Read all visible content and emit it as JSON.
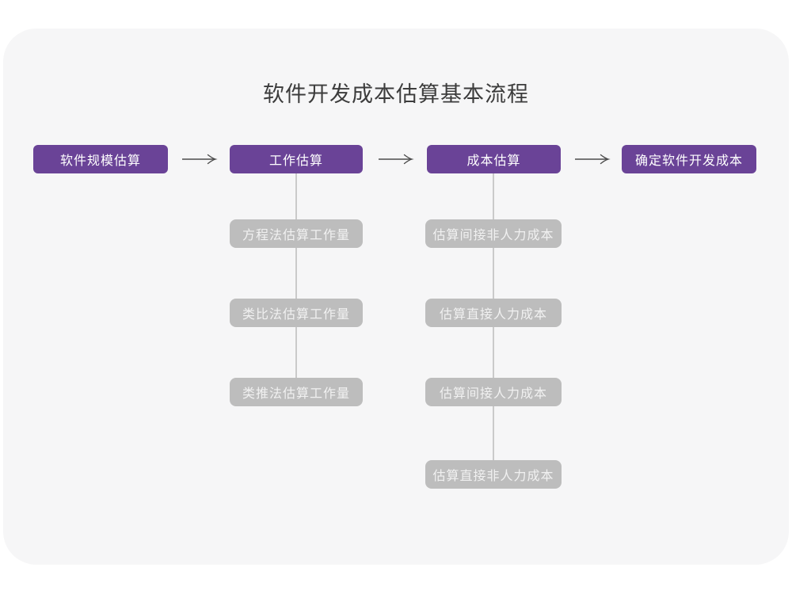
{
  "page": {
    "title": "软件开发成本估算基本流程"
  },
  "colors": {
    "canvas_bg": "#ffffff",
    "card_bg": "#f6f6f7",
    "title_text": "#3c3c3c",
    "stage_bg": "#6a4397",
    "stage_text": "#ffffff",
    "substep_bg": "#bdbdbd",
    "substep_text": "#f1f1f1",
    "arrow": "#4c4c4c",
    "connector": "#cacaca"
  },
  "flow": {
    "stages": [
      {
        "label": "软件规模估算"
      },
      {
        "label": "工作估算"
      },
      {
        "label": "成本估算"
      },
      {
        "label": "确定软件开发成本"
      }
    ],
    "work_substeps": [
      "方程法估算工作量",
      "类比法估算工作量",
      "类推法估算工作量"
    ],
    "cost_substeps": [
      "估算间接非人力成本",
      "估算直接人力成本",
      "估算间接人力成本",
      "估算直接非人力成本"
    ]
  }
}
